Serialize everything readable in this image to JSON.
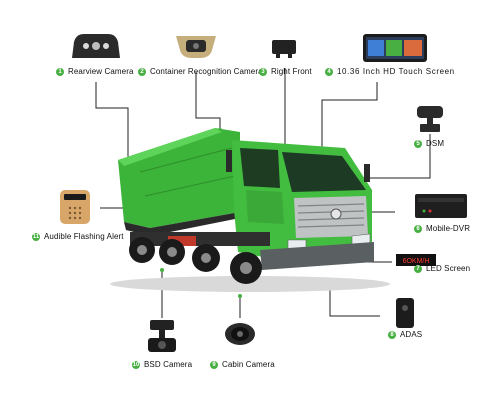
{
  "callouts": [
    {
      "number": "1",
      "label": "Rearview Camera"
    },
    {
      "number": "2",
      "label": "Container Recognition Camera"
    },
    {
      "number": "3",
      "label": "Right Front"
    },
    {
      "number": "4",
      "label": "10.36 Inch HD Touch Screen"
    },
    {
      "number": "5",
      "label": "DSM"
    },
    {
      "number": "6",
      "label": "Mobile-DVR"
    },
    {
      "number": "7",
      "label": "LED Screen"
    },
    {
      "number": "8",
      "label": "ADAS"
    },
    {
      "number": "9",
      "label": "Cabin Camera"
    },
    {
      "number": "10",
      "label": "BSD Camera"
    },
    {
      "number": "11",
      "label": "Audible Flashing Alert"
    }
  ],
  "led_screen_text": "6OKM/H",
  "colors": {
    "accent": "#48b043",
    "truck_body": "#3cb339",
    "connector": "#222222"
  }
}
